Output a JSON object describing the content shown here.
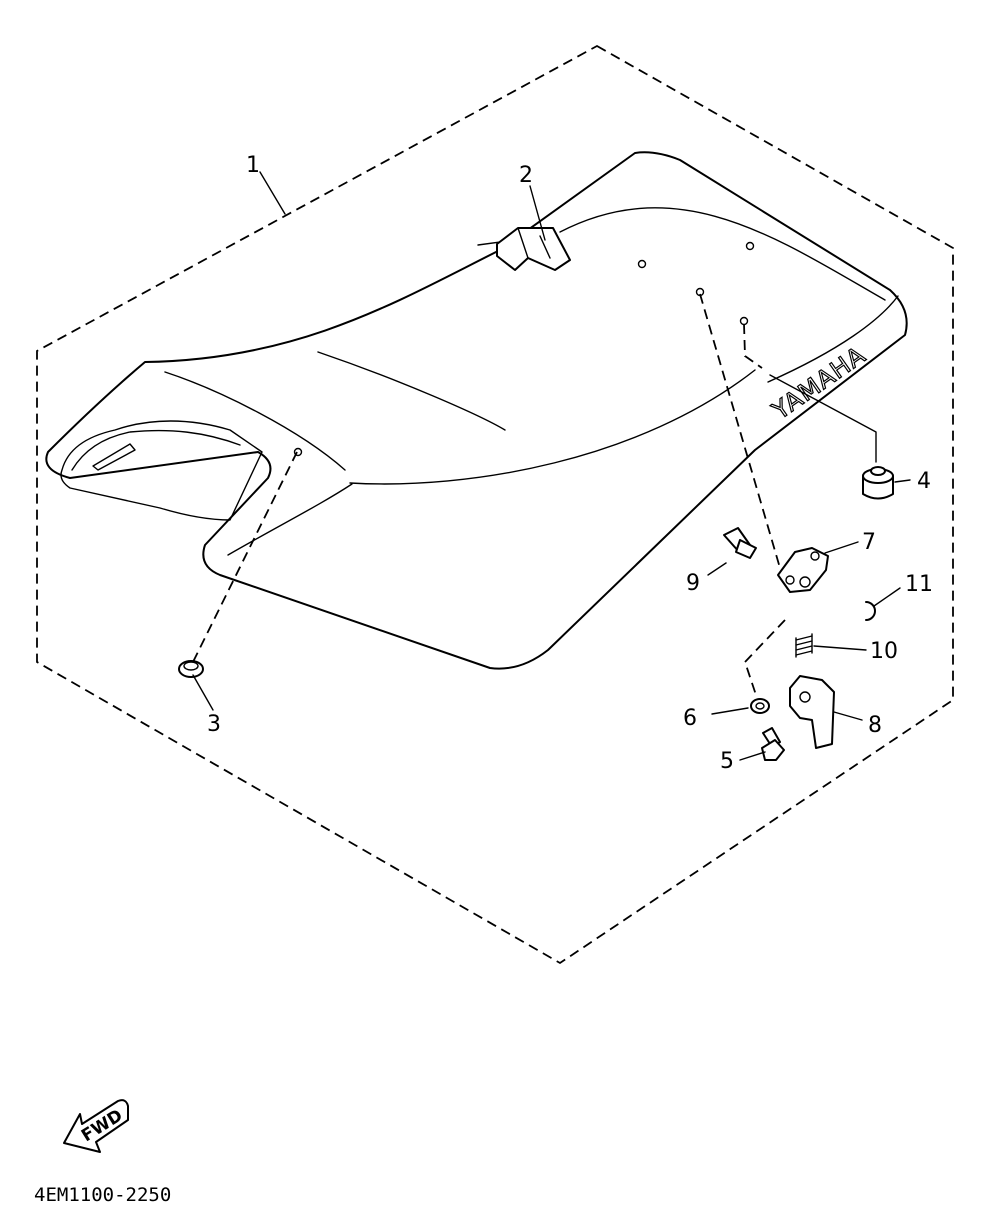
{
  "diagram": {
    "brand": "YAMAHA",
    "direction_label": "FWD",
    "drawing_code": "4EM1100-2250",
    "callouts": {
      "c1": "1",
      "c2": "2",
      "c3": "3",
      "c4": "4",
      "c5": "5",
      "c6": "6",
      "c7": "7",
      "c8": "8",
      "c9": "9",
      "c10": "10",
      "c11": "11"
    }
  }
}
